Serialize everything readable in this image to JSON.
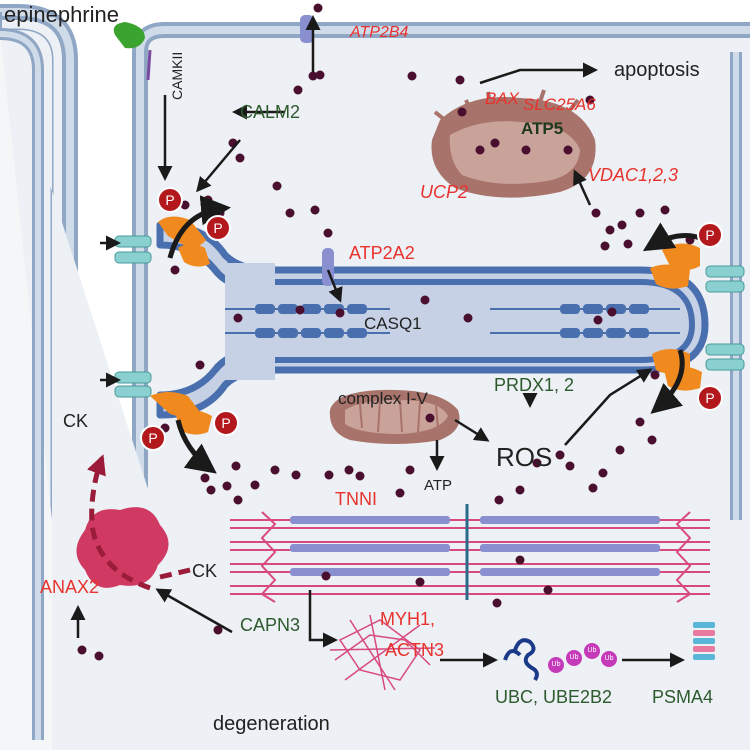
{
  "labels": {
    "epinephrine": "epinephrine",
    "camkii": "CAMKII",
    "calm2": "CALM2",
    "atp2b4": "ATP2B4",
    "atp2a2": "ATP2A2",
    "casq1": "CASQ1",
    "apoptosis": "apoptosis",
    "bax": "BAX",
    "slc25a6": "SLC25A6",
    "atp5": "ATP5",
    "ucp2": "UCP2",
    "vdac": "VDAC1,2,3",
    "prdx": "PRDX1, 2",
    "complex": "complex I-V",
    "ros": "ROS",
    "atp": "ATP",
    "ck_top": "CK",
    "ck_mid": "CK",
    "tnni": "TNNI",
    "anax2": "ANAX2",
    "capn3": "CAPN3",
    "myh1": "MYH1,",
    "actn3": "ACTN3",
    "ubc": "UBC, UBE2B2",
    "psma4": "PSMA4",
    "degeneration": "degeneration",
    "phospho": "P",
    "ub": "Ub"
  },
  "colors": {
    "membrane": "#8fa6c4",
    "cytoplasm": "#edf0f4",
    "sr_fill": "#c7d1e6",
    "sr_border": "#4a6fae",
    "calcium": "#4a0f2e",
    "ryr": "#f08a1e",
    "channel": "#8ad0d0",
    "phospho": "#b3191c",
    "gene_red": "#e8322d",
    "gene_green": "#2d5a2d",
    "mito": "#a8736a",
    "sarcomere": "#d84a7e",
    "myosin": "#8a8fd0",
    "calpain": "#d03a62",
    "ubiquitin": "#c43ab8",
    "proteasome": "#5ab6d8"
  }
}
